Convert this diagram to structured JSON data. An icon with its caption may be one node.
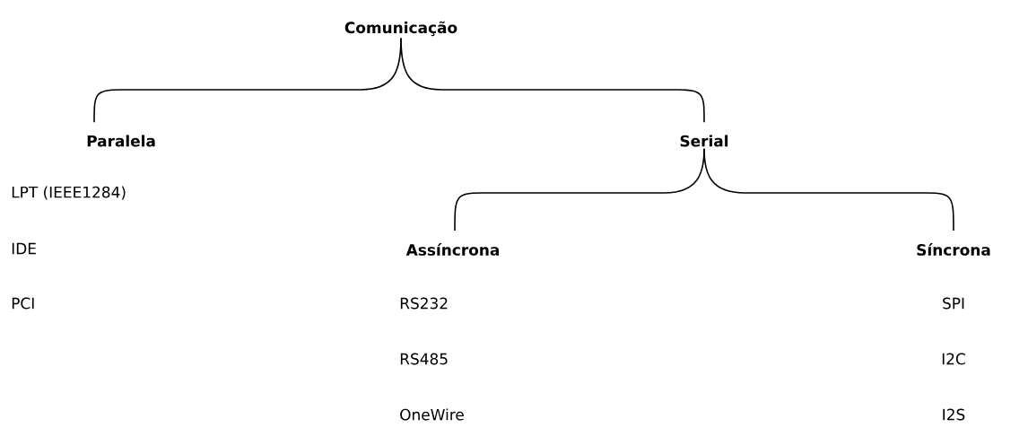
{
  "diagram": {
    "nodes": [
      {
        "text": [
          "Comunicação"
        ]
      },
      {
        "text": [
          "Paralela"
        ]
      },
      {
        "text": [
          "Serial"
        ]
      },
      {
        "text": [
          "Assíncrona"
        ]
      },
      {
        "text": [
          "Síncrona"
        ]
      }
    ],
    "edges": [
      {
        "from": 0,
        "to": 1,
        "arrow": "none"
      },
      {
        "from": 0,
        "to": 2,
        "arrow": "none"
      },
      {
        "from": 2,
        "to": 3,
        "arrow": "none"
      },
      {
        "from": 2,
        "to": 4,
        "arrow": "none"
      }
    ],
    "labels": [
      "LPT (IEEE1284)",
      "IDE",
      "PCI",
      "RS232",
      "RS485",
      "OneWire",
      "SPI",
      "I2C",
      "I2S"
    ]
  }
}
